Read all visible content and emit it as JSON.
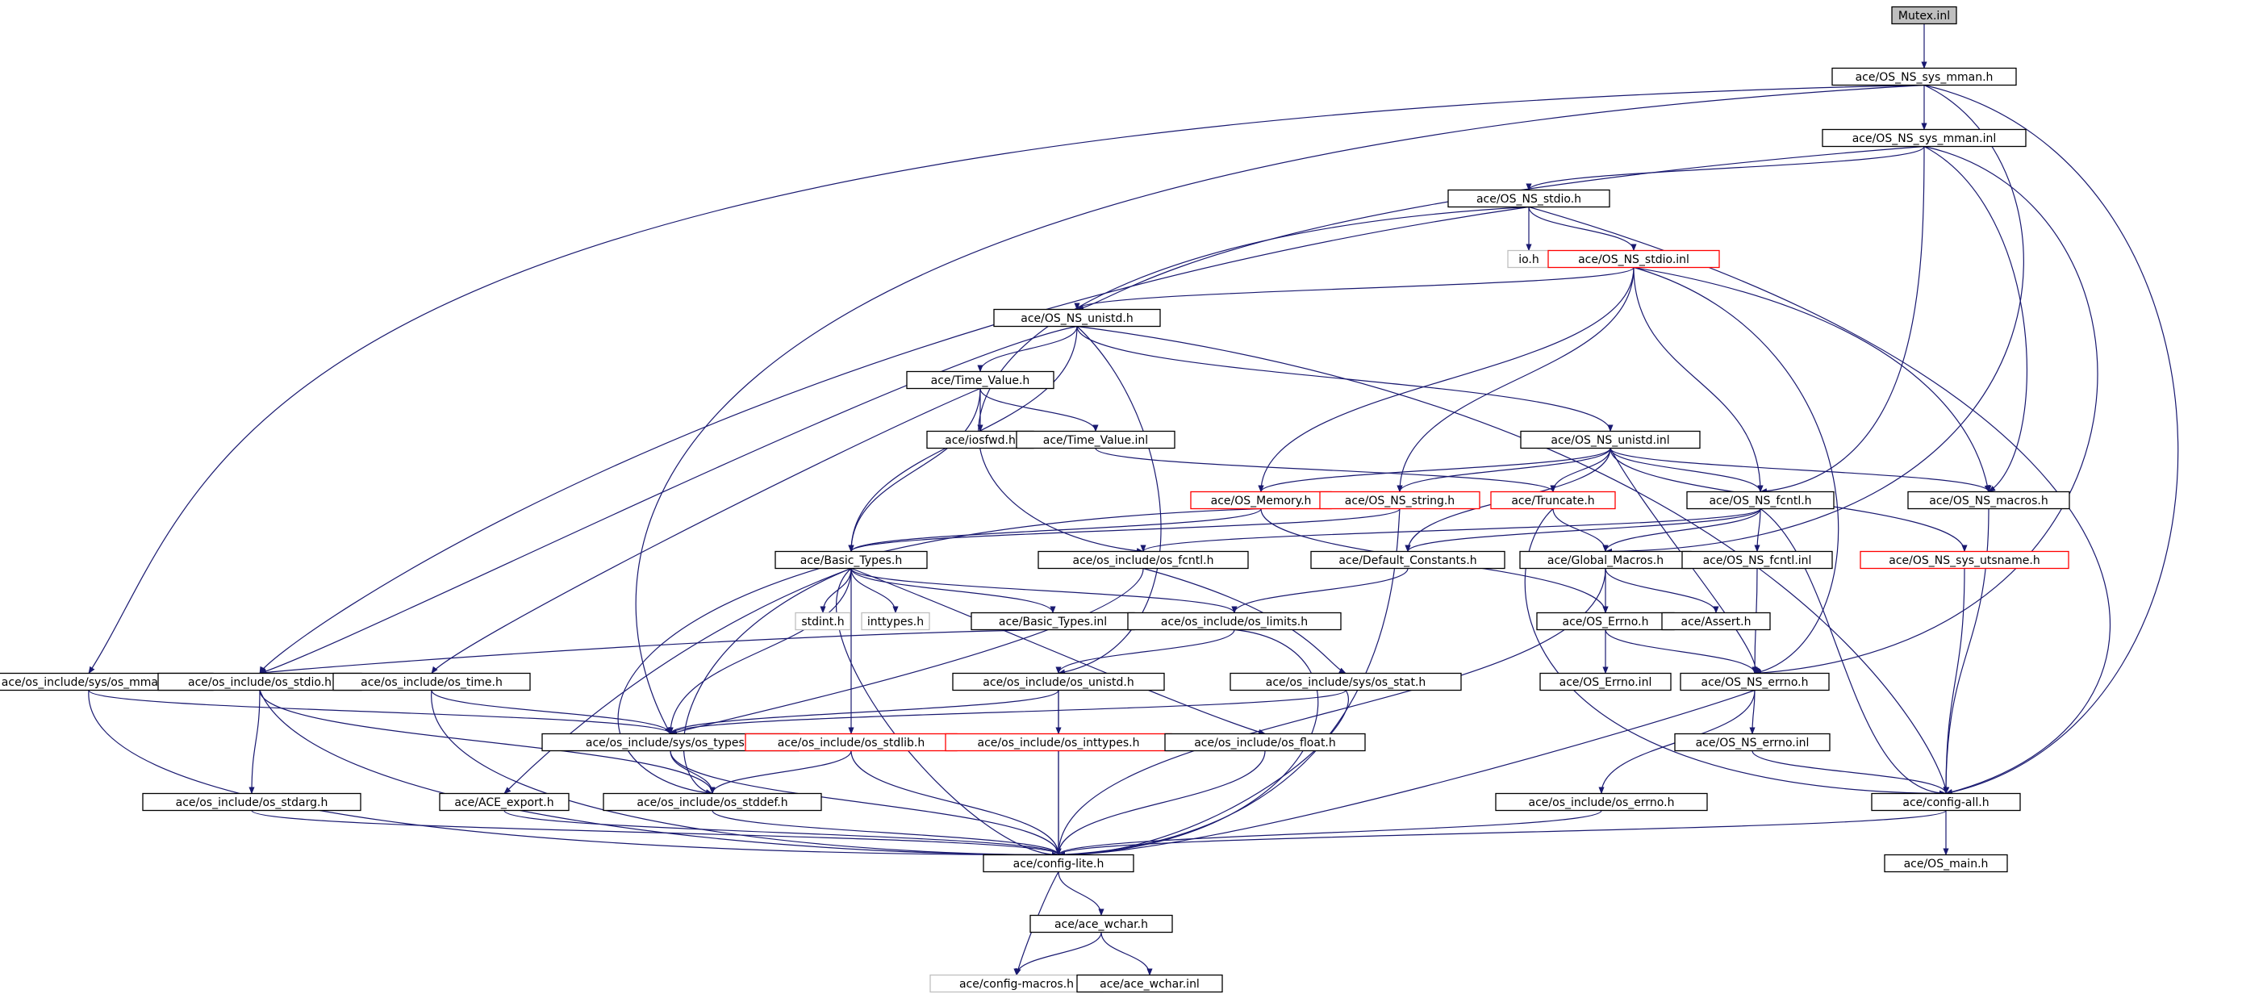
{
  "colors": {
    "edge": "#191970",
    "node_border": "#000000",
    "node_border_truncated": "#ff0000",
    "node_border_external": "#bfbfbf",
    "root_fill": "#bfbfbf",
    "node_fill": "#ffffff"
  },
  "nodes": [
    {
      "id": "mutex_inl",
      "label": "Mutex.inl",
      "kind": "root"
    },
    {
      "id": "os_ns_sys_mman_h",
      "label": "ace/OS_NS_sys_mman.h",
      "kind": "normal"
    },
    {
      "id": "os_ns_sys_mman_inl",
      "label": "ace/OS_NS_sys_mman.inl",
      "kind": "normal"
    },
    {
      "id": "os_ns_stdio_h",
      "label": "ace/OS_NS_stdio.h",
      "kind": "normal"
    },
    {
      "id": "io_h",
      "label": "io.h",
      "kind": "external"
    },
    {
      "id": "os_ns_stdio_inl",
      "label": "ace/OS_NS_stdio.inl",
      "kind": "truncated"
    },
    {
      "id": "os_ns_unistd_h",
      "label": "ace/OS_NS_unistd.h",
      "kind": "normal"
    },
    {
      "id": "time_value_h",
      "label": "ace/Time_Value.h",
      "kind": "normal"
    },
    {
      "id": "iosfwd_h",
      "label": "ace/iosfwd.h",
      "kind": "normal"
    },
    {
      "id": "time_value_inl",
      "label": "ace/Time_Value.inl",
      "kind": "normal"
    },
    {
      "id": "os_ns_unistd_inl",
      "label": "ace/OS_NS_unistd.inl",
      "kind": "normal"
    },
    {
      "id": "os_memory_h",
      "label": "ace/OS_Memory.h",
      "kind": "truncated"
    },
    {
      "id": "os_ns_string_h",
      "label": "ace/OS_NS_string.h",
      "kind": "truncated"
    },
    {
      "id": "truncate_h",
      "label": "ace/Truncate.h",
      "kind": "truncated"
    },
    {
      "id": "os_ns_fcntl_h",
      "label": "ace/OS_NS_fcntl.h",
      "kind": "normal"
    },
    {
      "id": "os_ns_macros_h",
      "label": "ace/OS_NS_macros.h",
      "kind": "normal"
    },
    {
      "id": "basic_types_h",
      "label": "ace/Basic_Types.h",
      "kind": "normal"
    },
    {
      "id": "os_include_os_fcntl_h",
      "label": "ace/os_include/os_fcntl.h",
      "kind": "normal"
    },
    {
      "id": "default_constants_h",
      "label": "ace/Default_Constants.h",
      "kind": "normal"
    },
    {
      "id": "global_macros_h",
      "label": "ace/Global_Macros.h",
      "kind": "normal"
    },
    {
      "id": "os_ns_fcntl_inl",
      "label": "ace/OS_NS_fcntl.inl",
      "kind": "normal"
    },
    {
      "id": "os_ns_sys_utsname_h",
      "label": "ace/OS_NS_sys_utsname.h",
      "kind": "truncated"
    },
    {
      "id": "stdint_h",
      "label": "stdint.h",
      "kind": "external"
    },
    {
      "id": "inttypes_h",
      "label": "inttypes.h",
      "kind": "external"
    },
    {
      "id": "basic_types_inl",
      "label": "ace/Basic_Types.inl",
      "kind": "normal"
    },
    {
      "id": "os_include_os_limits_h",
      "label": "ace/os_include/os_limits.h",
      "kind": "normal"
    },
    {
      "id": "os_errno_h",
      "label": "ace/OS_Errno.h",
      "kind": "normal"
    },
    {
      "id": "assert_h",
      "label": "ace/Assert.h",
      "kind": "normal"
    },
    {
      "id": "os_include_sys_os_mman_h",
      "label": "ace/os_include/sys/os_mman.h",
      "kind": "normal"
    },
    {
      "id": "os_include_os_stdio_h",
      "label": "ace/os_include/os_stdio.h",
      "kind": "normal"
    },
    {
      "id": "os_include_os_time_h",
      "label": "ace/os_include/os_time.h",
      "kind": "normal"
    },
    {
      "id": "os_include_os_unistd_h",
      "label": "ace/os_include/os_unistd.h",
      "kind": "normal"
    },
    {
      "id": "os_include_sys_os_stat_h",
      "label": "ace/os_include/sys/os_stat.h",
      "kind": "normal"
    },
    {
      "id": "os_errno_inl",
      "label": "ace/OS_Errno.inl",
      "kind": "normal"
    },
    {
      "id": "os_ns_errno_h",
      "label": "ace/OS_NS_errno.h",
      "kind": "normal"
    },
    {
      "id": "os_include_sys_os_types_h",
      "label": "ace/os_include/sys/os_types.h",
      "kind": "normal"
    },
    {
      "id": "os_include_os_stdlib_h",
      "label": "ace/os_include/os_stdlib.h",
      "kind": "truncated"
    },
    {
      "id": "os_include_os_inttypes_h",
      "label": "ace/os_include/os_inttypes.h",
      "kind": "truncated"
    },
    {
      "id": "os_include_os_float_h",
      "label": "ace/os_include/os_float.h",
      "kind": "normal"
    },
    {
      "id": "os_ns_errno_inl",
      "label": "ace/OS_NS_errno.inl",
      "kind": "normal"
    },
    {
      "id": "os_include_os_stdarg_h",
      "label": "ace/os_include/os_stdarg.h",
      "kind": "normal"
    },
    {
      "id": "ace_export_h",
      "label": "ace/ACE_export.h",
      "kind": "normal"
    },
    {
      "id": "os_include_os_stddef_h",
      "label": "ace/os_include/os_stddef.h",
      "kind": "normal"
    },
    {
      "id": "os_include_os_errno_h",
      "label": "ace/os_include/os_errno.h",
      "kind": "normal"
    },
    {
      "id": "config_all_h",
      "label": "ace/config-all.h",
      "kind": "normal"
    },
    {
      "id": "config_lite_h",
      "label": "ace/config-lite.h",
      "kind": "normal"
    },
    {
      "id": "os_main_h",
      "label": "ace/OS_main.h",
      "kind": "normal"
    },
    {
      "id": "ace_wchar_h",
      "label": "ace/ace_wchar.h",
      "kind": "normal"
    },
    {
      "id": "config_macros_h",
      "label": "ace/config-macros.h",
      "kind": "external"
    },
    {
      "id": "ace_wchar_inl",
      "label": "ace/ace_wchar.inl",
      "kind": "normal"
    }
  ],
  "edges": [
    [
      "mutex_inl",
      "os_ns_sys_mman_h"
    ],
    [
      "os_ns_sys_mman_h",
      "os_ns_sys_mman_inl"
    ],
    [
      "os_ns_sys_mman_h",
      "os_include_sys_os_mman_h"
    ],
    [
      "os_ns_sys_mman_h",
      "os_include_sys_os_types_h"
    ],
    [
      "os_ns_sys_mman_h",
      "global_macros_h"
    ],
    [
      "os_ns_sys_mman_h",
      "config_all_h"
    ],
    [
      "os_ns_sys_mman_inl",
      "os_ns_stdio_h"
    ],
    [
      "os_ns_sys_mman_inl",
      "os_ns_unistd_h"
    ],
    [
      "os_ns_sys_mman_inl",
      "os_ns_fcntl_h"
    ],
    [
      "os_ns_sys_mman_inl",
      "os_ns_macros_h"
    ],
    [
      "os_ns_sys_mman_inl",
      "os_ns_errno_h"
    ],
    [
      "os_ns_stdio_h",
      "io_h"
    ],
    [
      "os_ns_stdio_h",
      "os_ns_stdio_inl"
    ],
    [
      "os_ns_stdio_h",
      "os_include_os_stdio_h"
    ],
    [
      "os_ns_stdio_h",
      "os_include_os_fcntl_h"
    ],
    [
      "os_ns_stdio_h",
      "config_all_h"
    ],
    [
      "os_ns_stdio_inl",
      "os_ns_unistd_h"
    ],
    [
      "os_ns_stdio_inl",
      "os_memory_h"
    ],
    [
      "os_ns_stdio_inl",
      "os_ns_string_h"
    ],
    [
      "os_ns_stdio_inl",
      "os_ns_fcntl_h"
    ],
    [
      "os_ns_stdio_inl",
      "os_ns_macros_h"
    ],
    [
      "os_ns_stdio_inl",
      "os_ns_errno_h"
    ],
    [
      "os_ns_unistd_h",
      "time_value_h"
    ],
    [
      "os_ns_unistd_h",
      "os_ns_unistd_inl"
    ],
    [
      "os_ns_unistd_h",
      "basic_types_h"
    ],
    [
      "os_ns_unistd_h",
      "os_include_os_stdio_h"
    ],
    [
      "os_ns_unistd_h",
      "os_include_os_unistd_h"
    ],
    [
      "os_ns_unistd_h",
      "config_all_h"
    ],
    [
      "time_value_h",
      "iosfwd_h"
    ],
    [
      "time_value_h",
      "time_value_inl"
    ],
    [
      "time_value_h",
      "basic_types_h"
    ],
    [
      "time_value_h",
      "os_include_os_time_h"
    ],
    [
      "time_value_inl",
      "truncate_h"
    ],
    [
      "os_ns_unistd_inl",
      "os_memory_h"
    ],
    [
      "os_ns_unistd_inl",
      "os_ns_string_h"
    ],
    [
      "os_ns_unistd_inl",
      "truncate_h"
    ],
    [
      "os_ns_unistd_inl",
      "os_ns_fcntl_h"
    ],
    [
      "os_ns_unistd_inl",
      "os_ns_macros_h"
    ],
    [
      "os_ns_unistd_inl",
      "default_constants_h"
    ],
    [
      "os_ns_unistd_inl",
      "os_ns_sys_utsname_h"
    ],
    [
      "os_ns_unistd_inl",
      "os_ns_errno_h"
    ],
    [
      "os_memory_h",
      "basic_types_h"
    ],
    [
      "os_memory_h",
      "os_errno_h"
    ],
    [
      "os_memory_h",
      "os_include_os_stddef_h"
    ],
    [
      "os_ns_string_h",
      "basic_types_h"
    ],
    [
      "os_ns_string_h",
      "config_lite_h"
    ],
    [
      "truncate_h",
      "global_macros_h"
    ],
    [
      "truncate_h",
      "config_all_h"
    ],
    [
      "os_ns_fcntl_h",
      "os_include_os_fcntl_h"
    ],
    [
      "os_ns_fcntl_h",
      "default_constants_h"
    ],
    [
      "os_ns_fcntl_h",
      "global_macros_h"
    ],
    [
      "os_ns_fcntl_h",
      "os_ns_fcntl_inl"
    ],
    [
      "os_ns_fcntl_h",
      "config_all_h"
    ],
    [
      "os_ns_macros_h",
      "config_all_h"
    ],
    [
      "basic_types_h",
      "stdint_h"
    ],
    [
      "basic_types_h",
      "inttypes_h"
    ],
    [
      "basic_types_h",
      "basic_types_inl"
    ],
    [
      "basic_types_h",
      "os_include_os_limits_h"
    ],
    [
      "basic_types_h",
      "os_include_sys_os_types_h"
    ],
    [
      "basic_types_h",
      "os_include_os_stdlib_h"
    ],
    [
      "basic_types_h",
      "os_include_os_float_h"
    ],
    [
      "basic_types_h",
      "ace_export_h"
    ],
    [
      "basic_types_h",
      "os_include_os_stddef_h"
    ],
    [
      "basic_types_h",
      "config_lite_h"
    ],
    [
      "os_include_os_fcntl_h",
      "os_include_sys_os_stat_h"
    ],
    [
      "os_include_os_fcntl_h",
      "os_include_sys_os_types_h"
    ],
    [
      "default_constants_h",
      "os_include_os_limits_h"
    ],
    [
      "global_macros_h",
      "os_errno_h"
    ],
    [
      "global_macros_h",
      "assert_h"
    ],
    [
      "global_macros_h",
      "config_lite_h"
    ],
    [
      "os_ns_fcntl_inl",
      "os_ns_errno_h"
    ],
    [
      "os_ns_sys_utsname_h",
      "config_all_h"
    ],
    [
      "os_include_os_limits_h",
      "os_include_os_stdio_h"
    ],
    [
      "os_include_os_limits_h",
      "os_include_os_unistd_h"
    ],
    [
      "os_include_os_limits_h",
      "config_lite_h"
    ],
    [
      "os_errno_h",
      "os_errno_inl"
    ],
    [
      "os_errno_h",
      "os_ns_errno_h"
    ],
    [
      "os_include_sys_os_mman_h",
      "os_include_sys_os_types_h"
    ],
    [
      "os_include_sys_os_mman_h",
      "config_lite_h"
    ],
    [
      "os_include_os_stdio_h",
      "os_include_os_stdarg_h"
    ],
    [
      "os_include_os_stdio_h",
      "os_include_os_stddef_h"
    ],
    [
      "os_include_os_stdio_h",
      "config_lite_h"
    ],
    [
      "os_include_os_time_h",
      "os_include_sys_os_types_h"
    ],
    [
      "os_include_os_time_h",
      "config_lite_h"
    ],
    [
      "os_include_os_unistd_h",
      "os_include_os_inttypes_h"
    ],
    [
      "os_include_os_unistd_h",
      "os_include_sys_os_types_h"
    ],
    [
      "os_include_os_unistd_h",
      "config_lite_h"
    ],
    [
      "os_include_sys_os_stat_h",
      "os_include_sys_os_types_h"
    ],
    [
      "os_include_sys_os_stat_h",
      "config_lite_h"
    ],
    [
      "os_ns_errno_h",
      "os_ns_errno_inl"
    ],
    [
      "os_ns_errno_h",
      "os_include_os_errno_h"
    ],
    [
      "os_ns_errno_h",
      "config_lite_h"
    ],
    [
      "os_include_sys_os_types_h",
      "os_include_os_stddef_h"
    ],
    [
      "os_include_sys_os_types_h",
      "config_lite_h"
    ],
    [
      "os_include_os_stdlib_h",
      "os_include_os_stddef_h"
    ],
    [
      "os_include_os_stdlib_h",
      "config_lite_h"
    ],
    [
      "os_include_os_inttypes_h",
      "config_lite_h"
    ],
    [
      "os_include_os_float_h",
      "config_lite_h"
    ],
    [
      "os_ns_errno_inl",
      "config_all_h"
    ],
    [
      "os_include_os_stdarg_h",
      "config_lite_h"
    ],
    [
      "ace_export_h",
      "config_lite_h"
    ],
    [
      "os_include_os_stddef_h",
      "config_lite_h"
    ],
    [
      "os_include_os_errno_h",
      "config_lite_h"
    ],
    [
      "config_all_h",
      "config_lite_h"
    ],
    [
      "config_all_h",
      "os_main_h"
    ],
    [
      "config_lite_h",
      "ace_wchar_h"
    ],
    [
      "config_lite_h",
      "config_macros_h"
    ],
    [
      "ace_wchar_h",
      "config_macros_h"
    ],
    [
      "ace_wchar_h",
      "ace_wchar_inl"
    ]
  ]
}
